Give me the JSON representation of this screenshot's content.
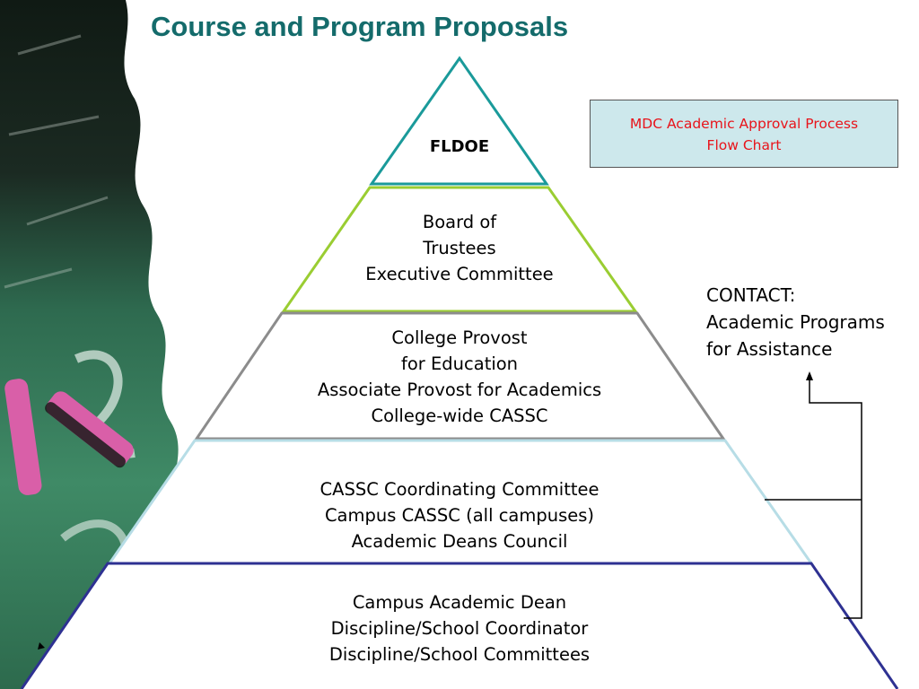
{
  "slide": {
    "title": "Course and Program Proposals",
    "chart_box": {
      "line1": "MDC Academic Approval Process",
      "line2": "Flow Chart"
    },
    "contact": {
      "line1": "CONTACT:",
      "line2": "Academic Programs",
      "line3": "for Assistance"
    }
  },
  "pyramid": {
    "levels": [
      {
        "lines": [
          "FLDOE"
        ],
        "border_color": "#1a9a9a"
      },
      {
        "lines": [
          "Board of",
          "Trustees",
          "Executive Committee"
        ],
        "border_color": "#9acd32"
      },
      {
        "lines": [
          "College Provost",
          "for Education",
          "Associate Provost for Academics",
          "College-wide CASSC"
        ],
        "border_color": "#8c8c8c"
      },
      {
        "lines": [
          "CASSC Coordinating Committee",
          "Campus CASSC (all campuses)",
          "Academic Deans Council"
        ],
        "border_color": "#b7dde6"
      },
      {
        "lines": [
          "Campus Academic Dean",
          "Discipline/School Coordinator",
          "Discipline/School Committees"
        ],
        "border_color": "#2e3192"
      }
    ]
  },
  "colors": {
    "title": "#146b6b",
    "chart_box_bg": "#cde8ec",
    "chart_box_text": "#e8141b",
    "chalkboard": "#2f6b4e",
    "chalk": "#d95fa8"
  }
}
